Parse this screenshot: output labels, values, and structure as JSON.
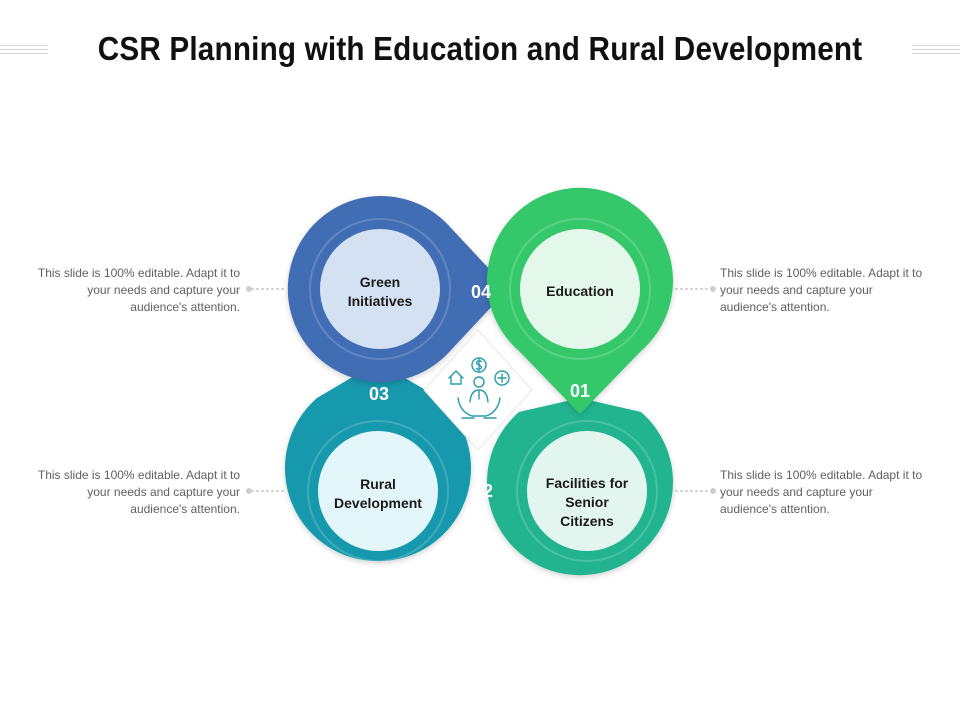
{
  "title": "CSR Planning with Education and Rural Development",
  "colors": {
    "green_initiatives": "#3f6db3",
    "education": "#34c86a",
    "rural_development": "#1698ad",
    "facilities": "#22b48f"
  },
  "icon": "hands-person-money-house-medical-icon",
  "items": [
    {
      "number": "01",
      "label_lines": [
        "Education"
      ],
      "description": [
        "This slide is 100% editable. Adapt it to",
        "your needs and capture your",
        "audience's attention."
      ]
    },
    {
      "number": "02",
      "label_lines": [
        "Facilities for",
        "Senior",
        "Citizens"
      ],
      "description": [
        "This slide is 100% editable. Adapt it to",
        "your needs and capture your",
        "audience's attention."
      ]
    },
    {
      "number": "03",
      "label_lines": [
        "Rural",
        "Development"
      ],
      "description": [
        "This slide is 100% editable. Adapt it to",
        "your needs and capture your",
        "audience's attention."
      ]
    },
    {
      "number": "04",
      "label_lines": [
        "Green",
        "Initiatives"
      ],
      "description": [
        "This slide is 100% editable. Adapt it to",
        "your needs and capture your",
        "audience's attention."
      ]
    }
  ]
}
